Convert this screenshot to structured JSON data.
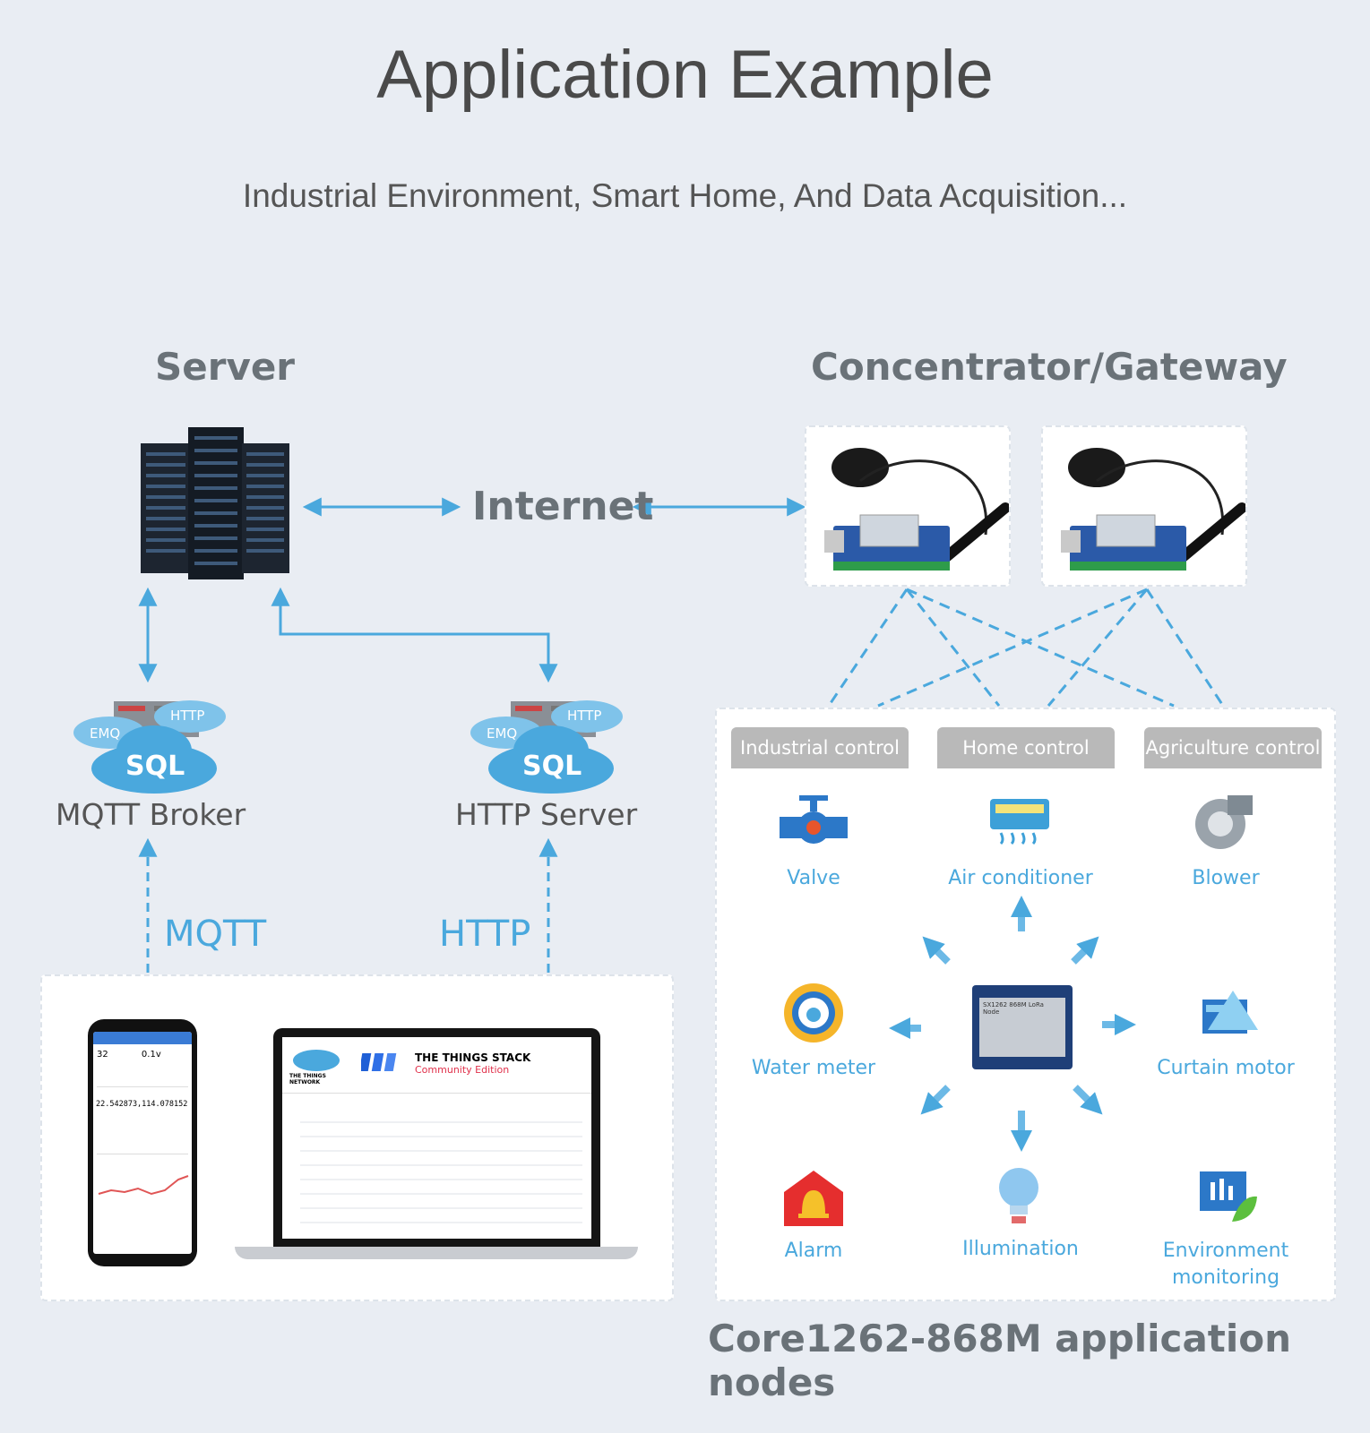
{
  "header": {
    "title": "Application Example",
    "subtitle": "Industrial Environment, Smart Home, And Data Acquisition..."
  },
  "server": {
    "label": "Server"
  },
  "gateway": {
    "label": "Concentrator/Gateway"
  },
  "links": {
    "internet": "Internet",
    "mqtt": "MQTT",
    "http": "HTTP"
  },
  "brokers": [
    {
      "name": "MQTT Broker",
      "cloud_top": "HTTP",
      "cloud_left": "EMQ",
      "cloud_main": "SQL"
    },
    {
      "name": "HTTP Server",
      "cloud_top": "HTTP",
      "cloud_left": "EMQ",
      "cloud_main": "SQL"
    }
  ],
  "laptop": {
    "brand_line1": "THE THINGS STACK",
    "brand_line2": "Community Edition",
    "logo_text": "THE THINGS NETWORK"
  },
  "phone": {
    "reading_1": "32",
    "reading_2": "0.1v",
    "coords": "22.542873,114.078152"
  },
  "tabs": [
    "Industrial control",
    "Home control",
    "Agriculture control"
  ],
  "nodes": {
    "valve": "Valve",
    "air_conditioner": "Air conditioner",
    "blower": "Blower",
    "water_meter": "Water meter",
    "curtain_motor": "Curtain motor",
    "alarm": "Alarm",
    "illumination": "Illumination",
    "environment_monitoring": "Environment monitoring"
  },
  "module": {
    "chip_text": "SX1262 868M LoRa Node"
  },
  "footer": {
    "caption": "Core1262-868M application nodes"
  },
  "colors": {
    "accent": "#4aa8dd",
    "label_gray": "#6a7278",
    "background": "#e9edf3"
  }
}
